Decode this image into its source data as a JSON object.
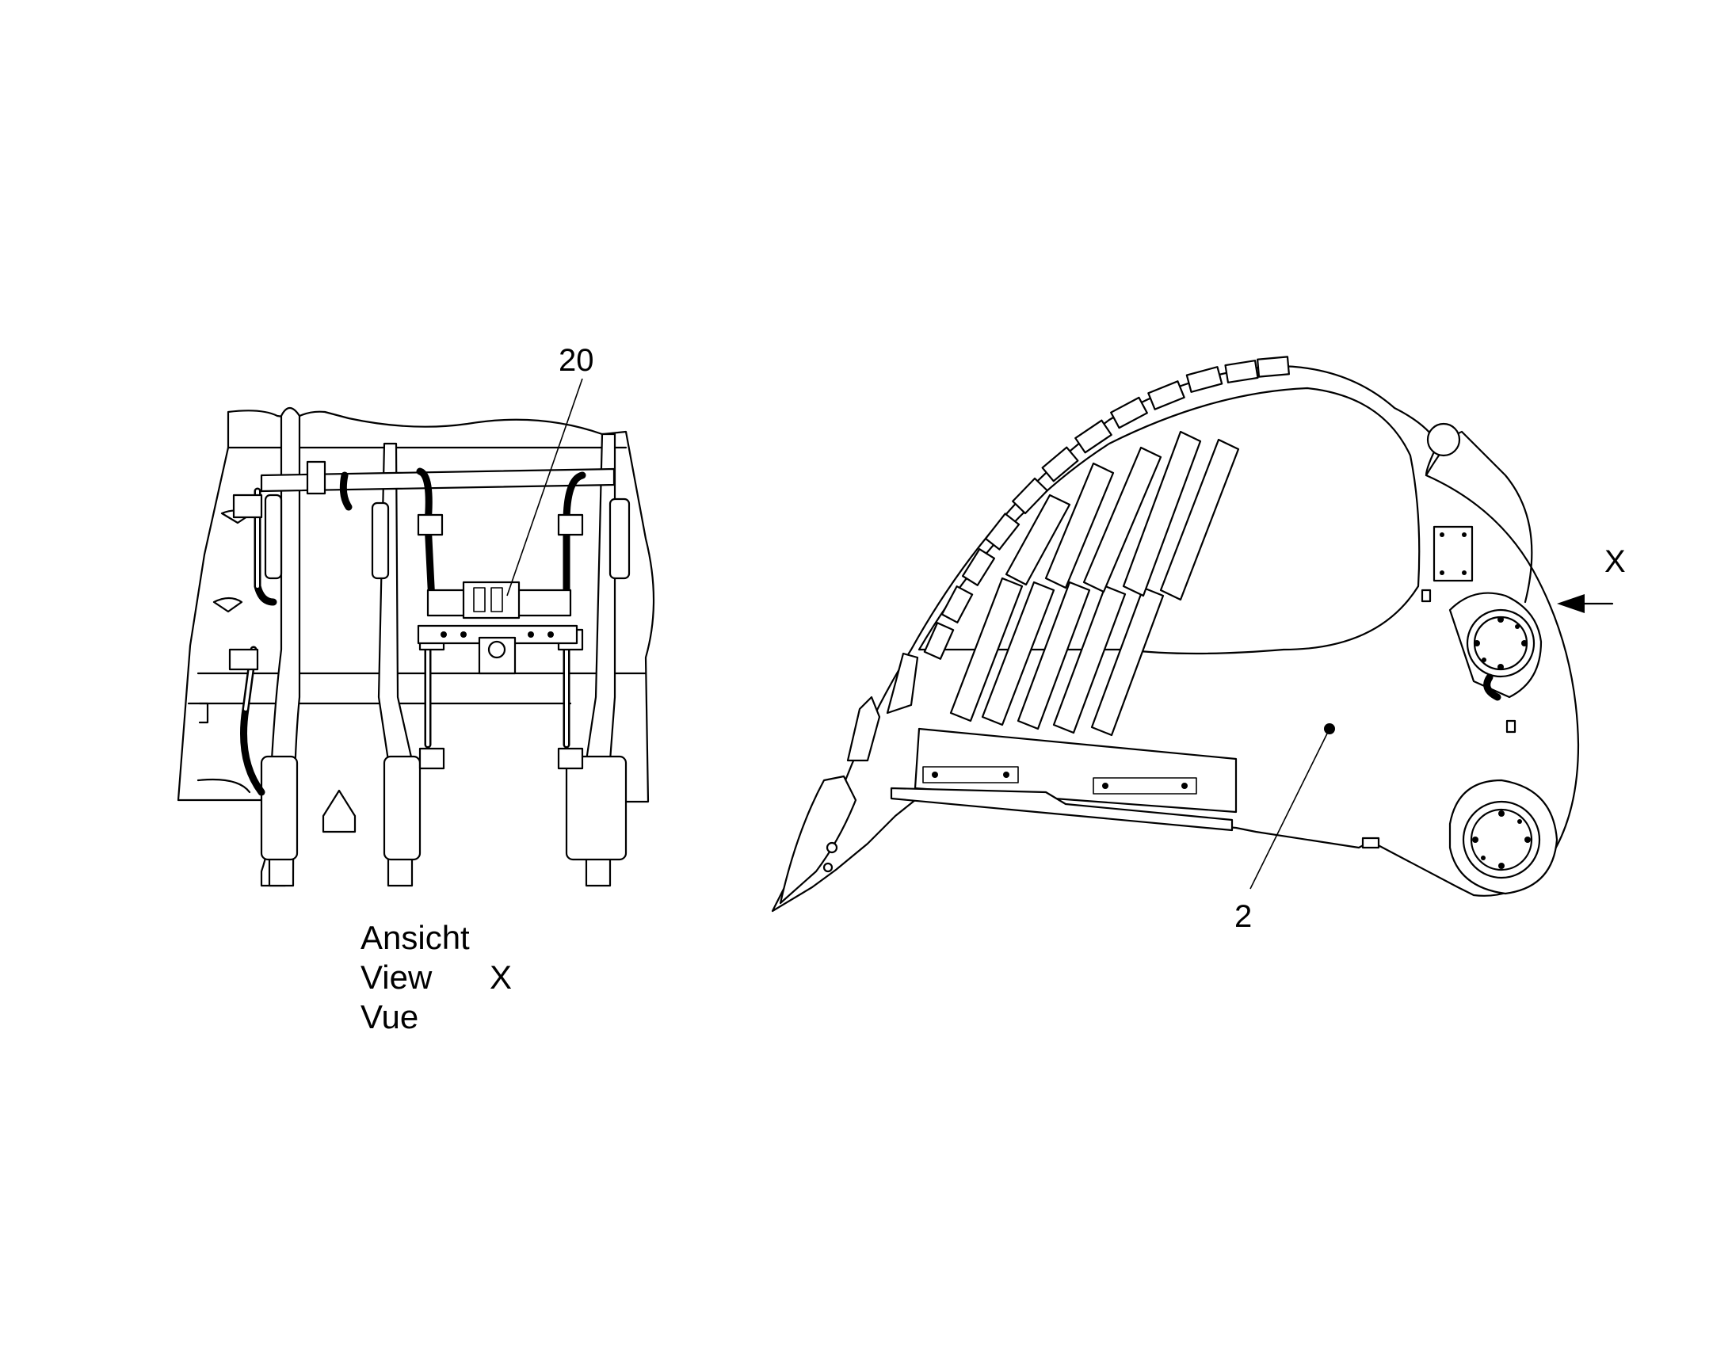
{
  "callouts": {
    "view_item": "20",
    "bucket_item": "2",
    "view_arrow": "X"
  },
  "view_caption": {
    "line1": "Ansicht",
    "line2": "View",
    "line2_letter": "X",
    "line3": "Vue"
  },
  "colors": {
    "ink": "#000000",
    "paper": "#ffffff"
  }
}
